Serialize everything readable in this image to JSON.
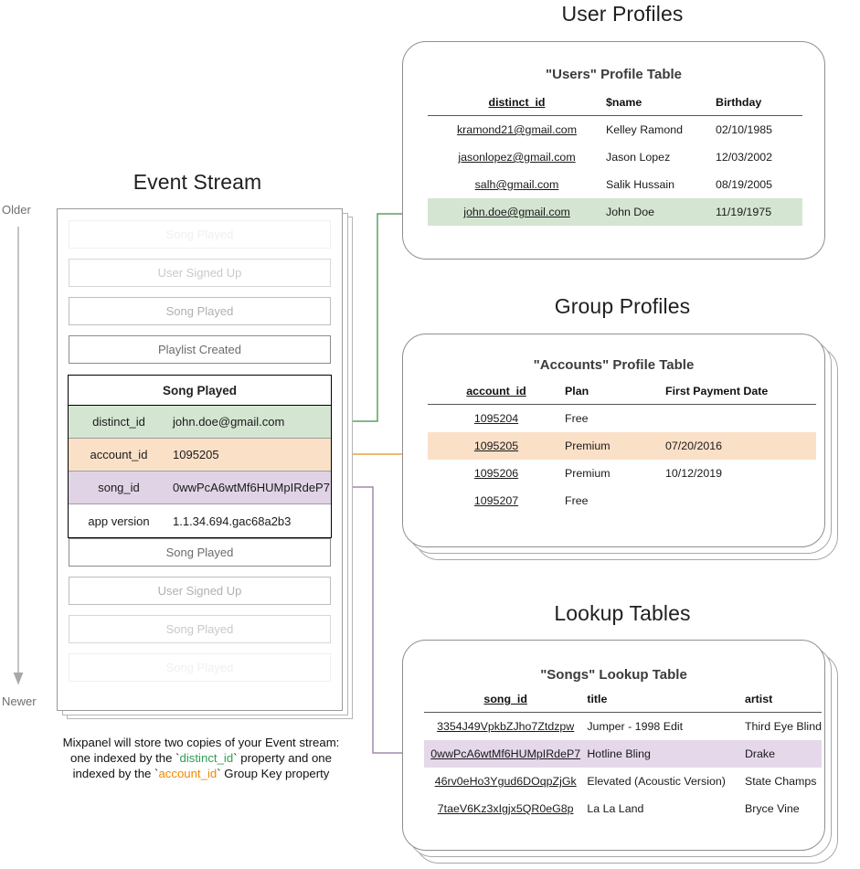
{
  "diagram": {
    "caption": {
      "line1": "Mixpanel will store two copies of your Event stream:",
      "line2_a": "one indexed by the `",
      "line2_token": "distinct_id",
      "line2_b": "` property and one",
      "line3_a": "indexed by the `",
      "line3_token": "account_id",
      "line3_b": "` Group Key property"
    }
  },
  "event_stream": {
    "title": "Event Stream",
    "timeline": {
      "older": "Older",
      "newer": "Newer"
    },
    "events_above": [
      {
        "label": "Song Played",
        "fade": "f1"
      },
      {
        "label": "User Signed Up",
        "fade": "f2"
      },
      {
        "label": "Song Played",
        "fade": "f3"
      },
      {
        "label": "Playlist Created",
        "fade": "f4"
      }
    ],
    "events_below": [
      {
        "label": "Song Played",
        "fade": "f4"
      },
      {
        "label": "User Signed Up",
        "fade": "f3"
      },
      {
        "label": "Song Played",
        "fade": "f2"
      },
      {
        "label": "Song Played",
        "fade": "f1"
      }
    ],
    "selected_event": {
      "name": "Song Played",
      "properties": [
        {
          "key": "distinct_id",
          "value": "john.doe@gmail.com",
          "highlight": "green"
        },
        {
          "key": "account_id",
          "value": "1095205",
          "highlight": "orange"
        },
        {
          "key": "song_id",
          "value": "0wwPcA6wtMf6HUMpIRdeP7",
          "highlight": "purple"
        },
        {
          "key": "app version",
          "value": "1.1.34.694.gac68a2b3",
          "highlight": "none"
        }
      ]
    }
  },
  "user_profiles": {
    "section_title": "User Profiles",
    "card_title": "\"Users\" Profile Table",
    "columns": [
      "distinct_id",
      "$name",
      "Birthday"
    ],
    "rows": [
      {
        "cells": [
          "kramond21@gmail.com",
          "Kelley Ramond",
          "02/10/1985"
        ],
        "highlight": "none"
      },
      {
        "cells": [
          "jasonlopez@gmail.com",
          "Jason Lopez",
          "12/03/2002"
        ],
        "highlight": "none"
      },
      {
        "cells": [
          "salh@gmail.com",
          "Salik Hussain",
          "08/19/2005"
        ],
        "highlight": "none"
      },
      {
        "cells": [
          "john.doe@gmail.com",
          "John Doe",
          "11/19/1975"
        ],
        "highlight": "green"
      }
    ]
  },
  "group_profiles": {
    "section_title": "Group Profiles",
    "card_title": "\"Accounts\" Profile Table",
    "columns": [
      "account_id",
      "Plan",
      "First Payment Date"
    ],
    "rows": [
      {
        "cells": [
          "1095204",
          "Free",
          ""
        ],
        "highlight": "none"
      },
      {
        "cells": [
          "1095205",
          "Premium",
          "07/20/2016"
        ],
        "highlight": "orange"
      },
      {
        "cells": [
          "1095206",
          "Premium",
          "10/12/2019"
        ],
        "highlight": "none"
      },
      {
        "cells": [
          "1095207",
          "Free",
          ""
        ],
        "highlight": "none"
      }
    ]
  },
  "lookup_tables": {
    "section_title": "Lookup Tables",
    "card_title": "\"Songs\" Lookup Table",
    "columns": [
      "song_id",
      "title",
      "artist"
    ],
    "rows": [
      {
        "cells": [
          "3354J49VpkbZJho7Ztdzpw",
          "Jumper - 1998 Edit",
          "Third Eye Blind"
        ],
        "highlight": "none"
      },
      {
        "cells": [
          "0wwPcA6wtMf6HUMpIRdeP7",
          "Hotline Bling",
          "Drake"
        ],
        "highlight": "purple"
      },
      {
        "cells": [
          "46rv0eHo3Ygud6DOqpZjGk",
          "Elevated (Acoustic Version)",
          "State Champs"
        ],
        "highlight": "none"
      },
      {
        "cells": [
          "7taeV6Kz3xIgjx5QR0eG8p",
          "La La Land",
          "Bryce Vine"
        ],
        "highlight": "none"
      }
    ]
  },
  "colors": {
    "green": "#d4e6d2",
    "orange": "#fbe0c8",
    "purple": "#e5d8ea",
    "arrow_green": "#5aa05f",
    "arrow_orange": "#e8a33d",
    "arrow_purple": "#a089ad",
    "card_border": "#8f8f8f"
  }
}
